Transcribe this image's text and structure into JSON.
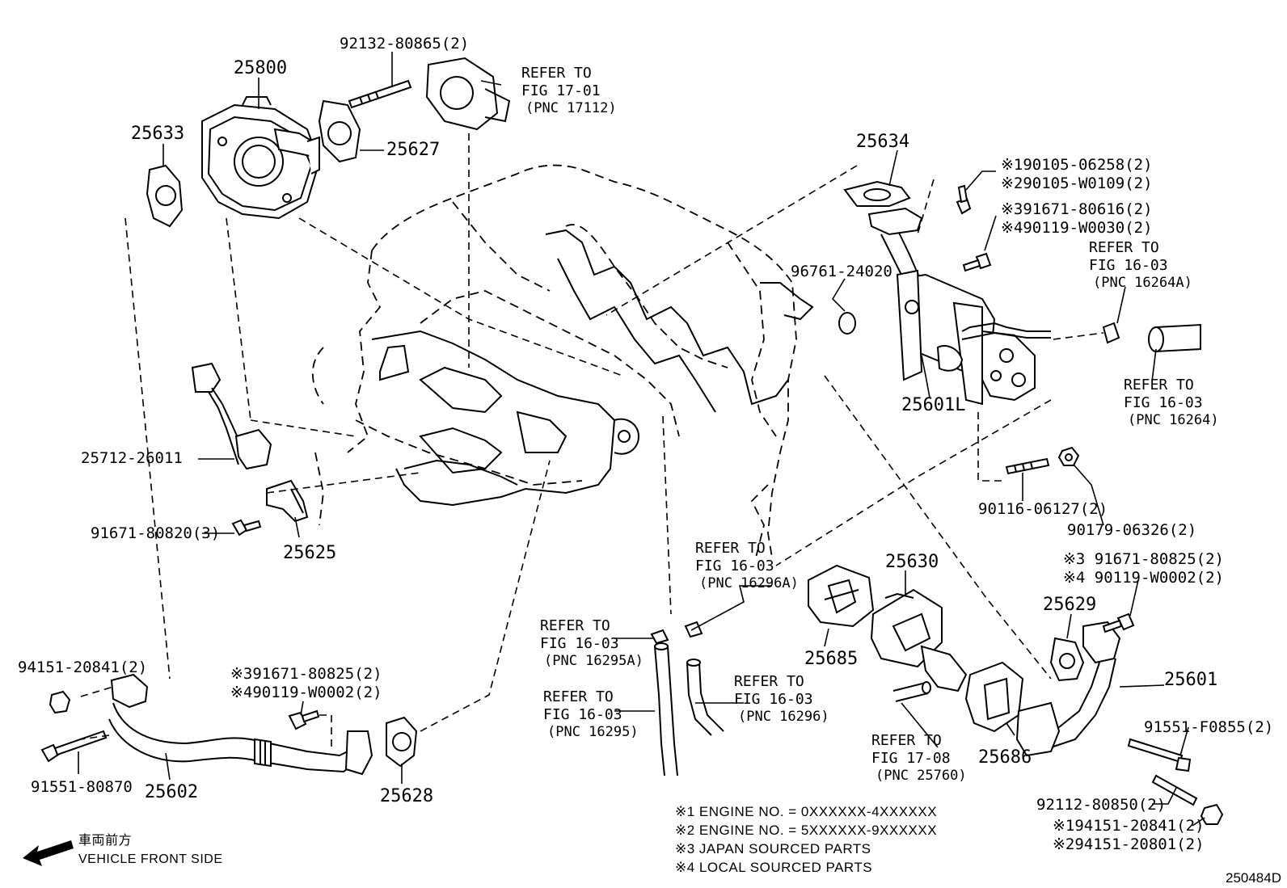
{
  "diagram_code": "250484D",
  "direction": {
    "label_jp": "車両前方",
    "label_en": "VEHICLE FRONT SIDE"
  },
  "parts": {
    "p25800": "25800",
    "p92132": "92132-80865(2)",
    "p25627": "25627",
    "p25633": "25633",
    "p25634": "25634",
    "p190105": "※190105-06258(2)",
    "p290105": "※290105-W0109(2)",
    "p391671": "※391671-80616(2)",
    "p490119": "※490119-W0030(2)",
    "p96761": "96761-24020",
    "p25601L": "25601L",
    "p25712": "25712-26011",
    "p91671a": "91671-80820(3)",
    "p25625": "25625",
    "p90116": "90116-06127(2)",
    "p90179": "90179-06326(2)",
    "p25630": "25630",
    "p25685": "25685",
    "p25686": "25686",
    "p25629": "25629",
    "p25601": "25601",
    "p391671b": "※3 91671-80825(2)",
    "p490119b": "※4 90119-W0002(2)",
    "p91551F": "91551-F0855(2)",
    "p92112": "92112-80850(2)",
    "p194151": "※194151-20841(2)",
    "p294151": "※294151-20801(2)",
    "p94151": "94151-20841(2)",
    "p391671c": "※391671-80825(2)",
    "p490119c": "※490119-W0002(2)",
    "p91551": "91551-80870",
    "p25602": "25602",
    "p25628": "25628"
  },
  "refs": {
    "r1701": [
      "REFER TO",
      "FIG 17-01",
      "(PNC 17112)"
    ],
    "r1603a": [
      "REFER TO",
      "FIG 16-03",
      "(PNC 16264A)"
    ],
    "r1603b": [
      "REFER TO",
      "FIG 16-03",
      "(PNC 16264)"
    ],
    "r1603c": [
      "REFER TO",
      "FIG 16-03",
      "(PNC 16296A)"
    ],
    "r1603d": [
      "REFER TO",
      "FIG 16-03",
      "(PNC 16295A)"
    ],
    "r1603e": [
      "REFER TO",
      "FIG 16-03",
      "(PNC 16295)"
    ],
    "r1603f": [
      "REFER TO",
      "FIG 16-03",
      "(PNC 16296)"
    ],
    "r1708": [
      "REFER TO",
      "FIG 17-08",
      "(PNC 25760)"
    ]
  },
  "notes": [
    "※1 ENGINE NO. = 0XXXXXX-4XXXXXX",
    "※2 ENGINE NO. = 5XXXXXX-9XXXXXX",
    "※3 JAPAN SOURCED PARTS",
    "※4 LOCAL SOURCED PARTS"
  ]
}
